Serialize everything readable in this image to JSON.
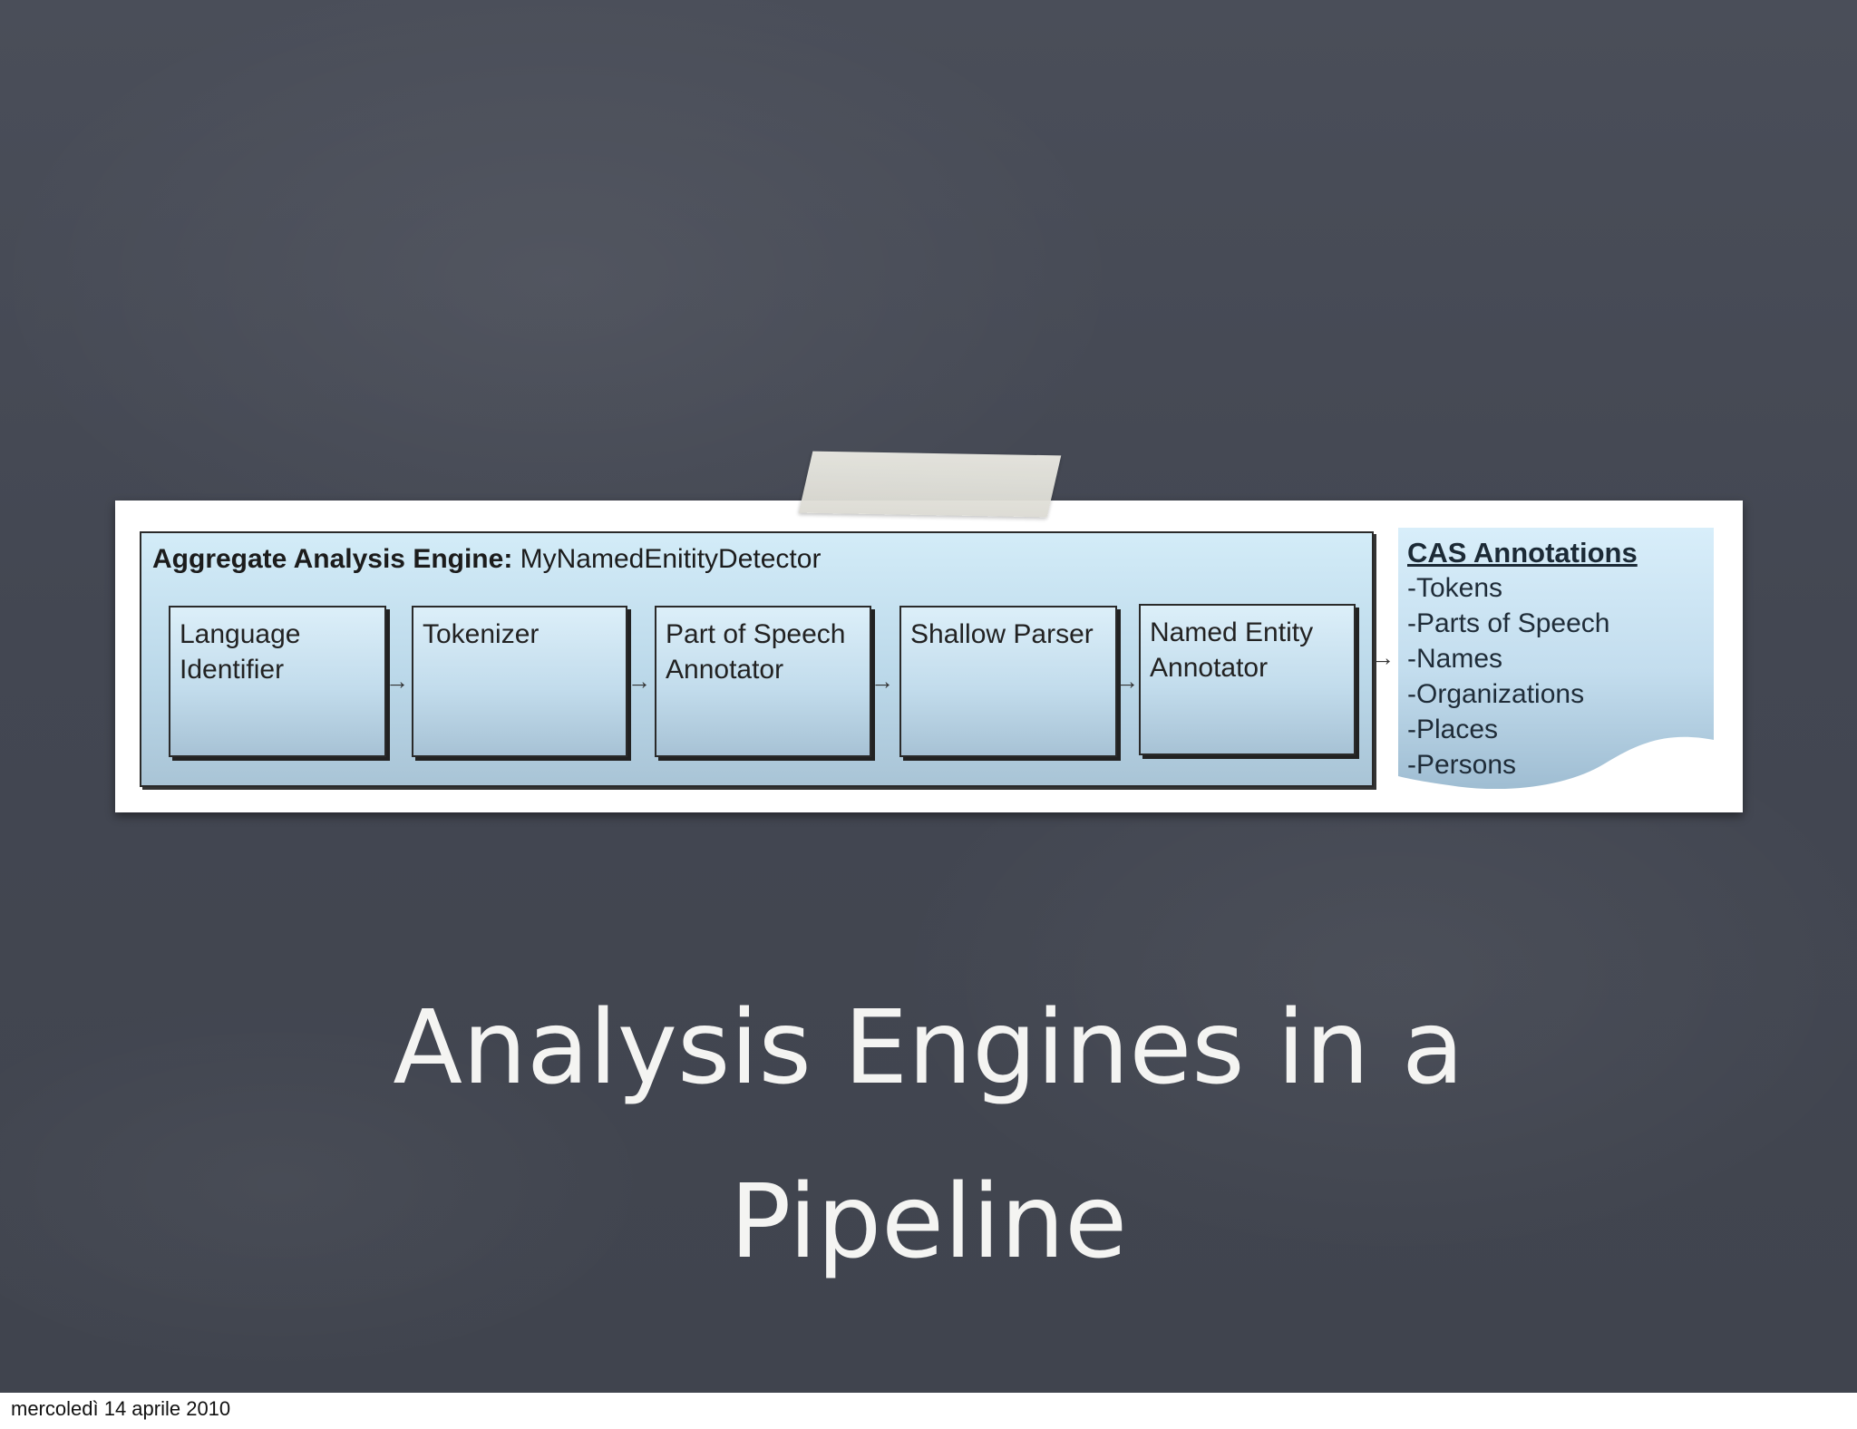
{
  "diagram": {
    "engine_label": "Aggregate Analysis Engine:",
    "engine_name": "MyNamedEnitityDetector",
    "components": [
      {
        "label": "Language\nIdentifier"
      },
      {
        "label": "Tokenizer"
      },
      {
        "label": "Part of Speech\nAnnotator"
      },
      {
        "label": "Shallow Parser"
      },
      {
        "label": "Named Entity\nAnnotator"
      }
    ],
    "cas": {
      "title": "CAS Annotations",
      "items": [
        "-Tokens",
        "-Parts of Speech",
        "-Names",
        "-Organizations",
        "-Places",
        "-Persons"
      ]
    }
  },
  "slide": {
    "title_line1": "Analysis Engines in a",
    "title_line2": "Pipeline"
  },
  "footer": {
    "date": "mercoledì 14 aprile 2010"
  },
  "colors": {
    "chalkboard": "#434752",
    "box_fill_top": "#dceff9",
    "box_fill_bottom": "#a7c2d5"
  }
}
